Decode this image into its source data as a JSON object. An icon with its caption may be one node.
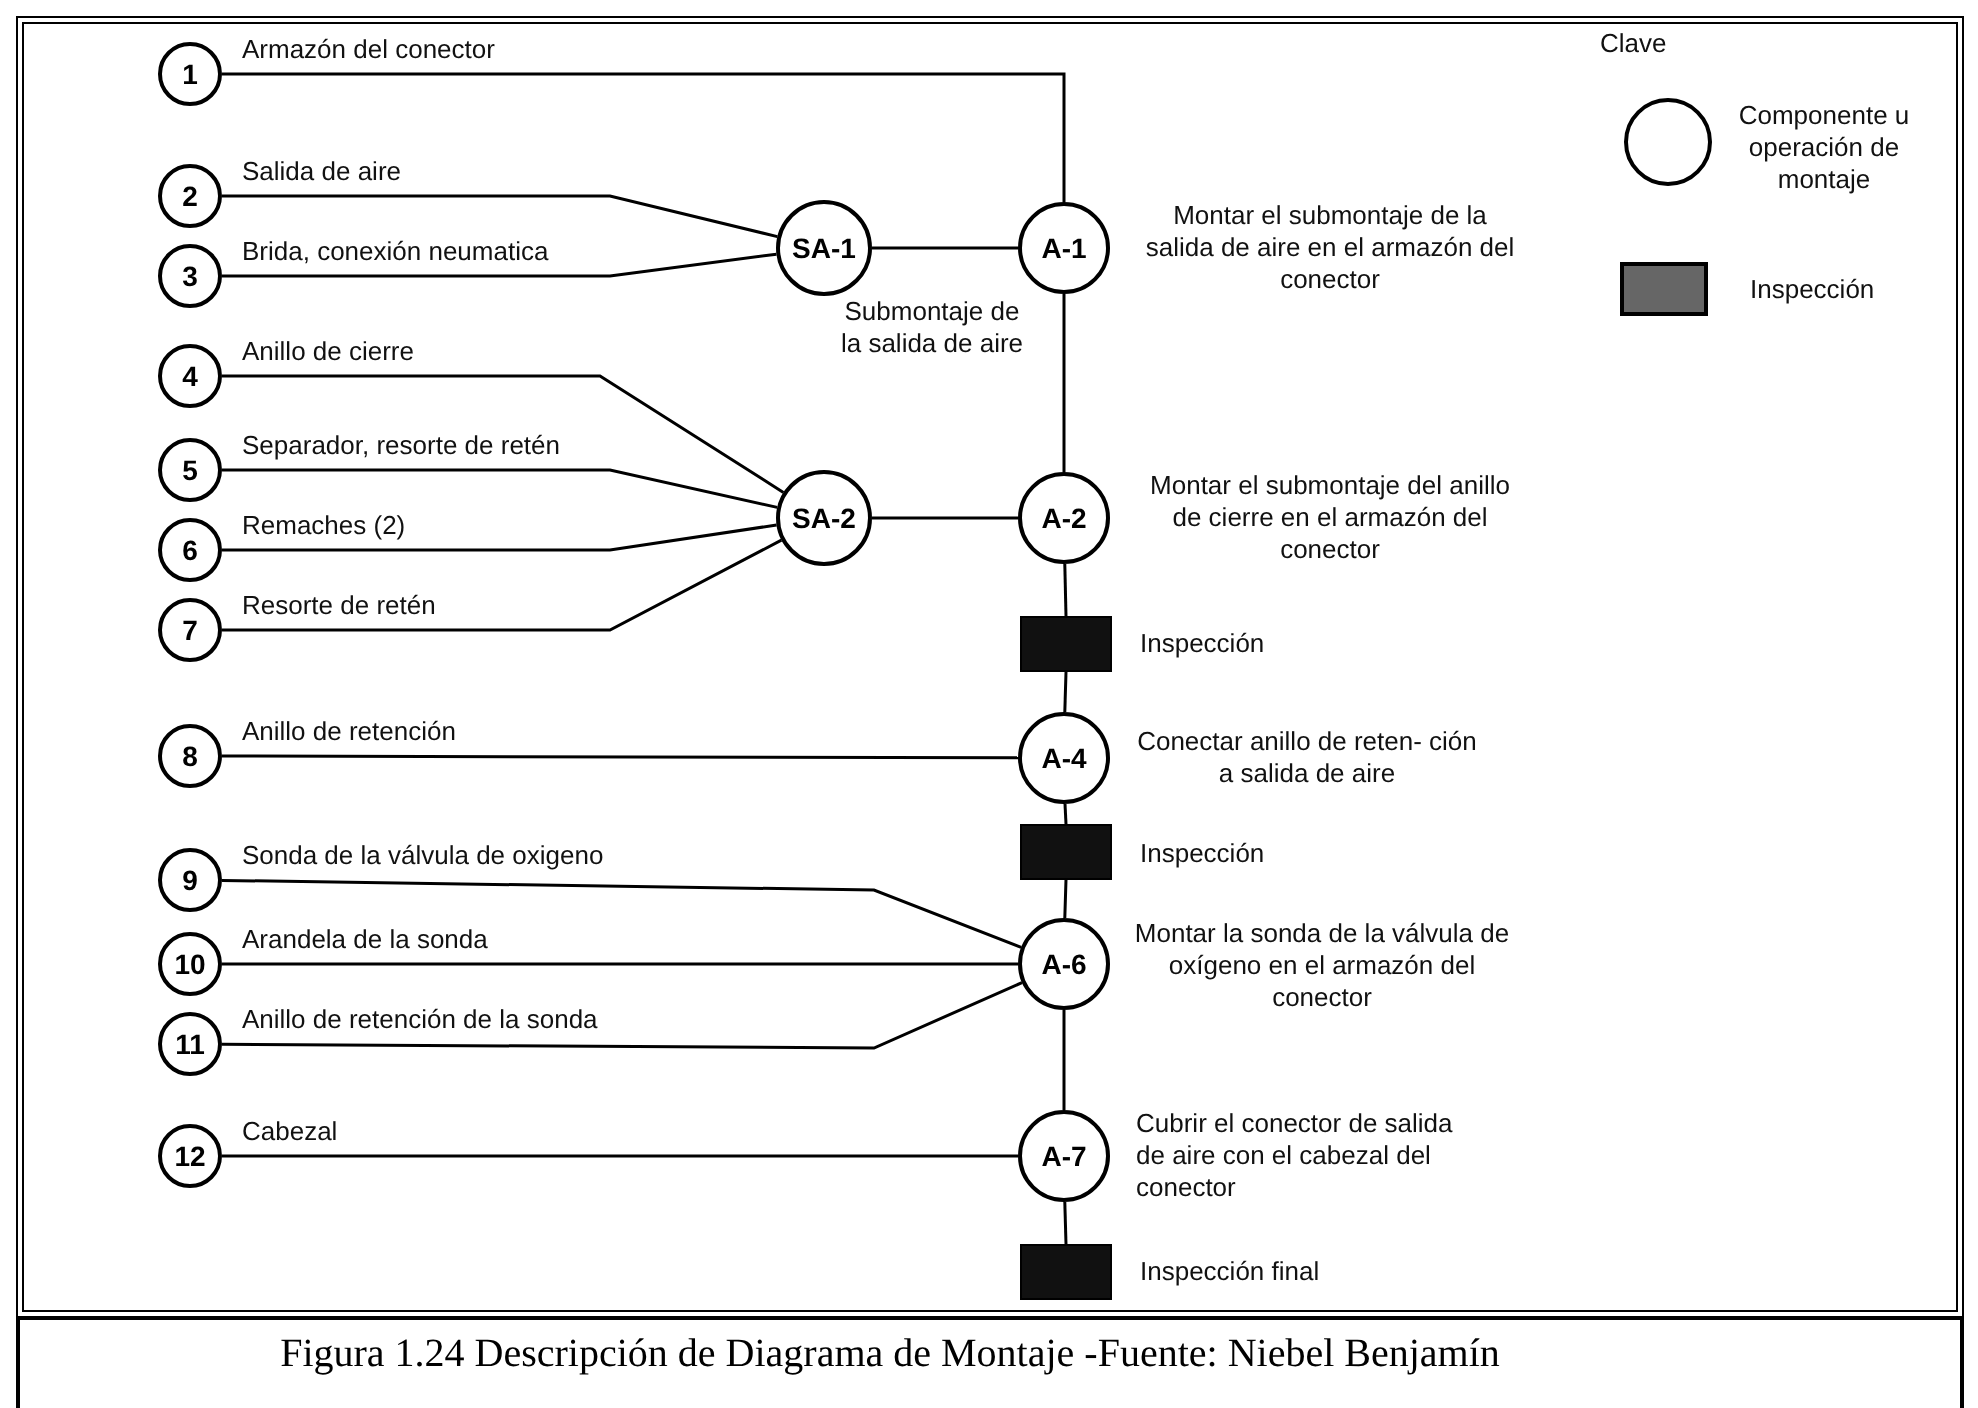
{
  "diagram": {
    "caption": "Figura 1.24 Descripción de Diagrama de Montaje -Fuente: Niebel Benjamín",
    "nodes": [
      {
        "text": [
          "1"
        ]
      },
      {
        "text": [
          "2"
        ]
      },
      {
        "text": [
          "3"
        ]
      },
      {
        "text": [
          "4"
        ]
      },
      {
        "text": [
          "5"
        ]
      },
      {
        "text": [
          "6"
        ]
      },
      {
        "text": [
          "7"
        ]
      },
      {
        "text": [
          "8"
        ]
      },
      {
        "text": [
          "9"
        ]
      },
      {
        "text": [
          "10"
        ]
      },
      {
        "text": [
          "11"
        ]
      },
      {
        "text": [
          "12"
        ]
      },
      {
        "text": [
          "SA-1"
        ]
      },
      {
        "text": [
          "SA-2"
        ]
      },
      {
        "text": [
          "A-1"
        ],
        "beside": [
          "Montar el submontaje de la salida de aire en el armazón del conector"
        ]
      },
      {
        "text": [
          "A-2"
        ],
        "beside": [
          "Montar el submontaje del anillo de cierre en el armazón del conector"
        ]
      },
      {
        "text": [],
        "shape": "box",
        "beside": [
          "Inspección"
        ]
      },
      {
        "text": [
          "A-4"
        ],
        "beside": [
          "Conectar anillo de reten- ción a salida de aire"
        ]
      },
      {
        "text": [],
        "shape": "box",
        "beside": [
          "Inspección"
        ]
      },
      {
        "text": [
          "A-6"
        ],
        "beside": [
          "Montar la sonda de la válvula de oxígeno en el armazón del conector"
        ]
      },
      {
        "text": [
          "A-7"
        ],
        "beside": [
          "Cubrir el conector de salida de aire con el cabezal del conector"
        ]
      },
      {
        "text": [],
        "shape": "box",
        "beside": [
          "Inspección final"
        ]
      }
    ],
    "edges": [
      {
        "from": 0,
        "to": 14,
        "arrow": "none",
        "label": "Armazón del conector"
      },
      {
        "from": 1,
        "to": 12,
        "arrow": "none",
        "label": "Salida de aire"
      },
      {
        "from": 2,
        "to": 12,
        "arrow": "none",
        "label": "Brida, conexión neumatica"
      },
      {
        "from": 12,
        "to": 14,
        "arrow": "none"
      },
      {
        "from": 14,
        "to": 15,
        "arrow": "none"
      },
      {
        "from": 3,
        "to": 13,
        "arrow": "none",
        "label": "Anillo de cierre"
      },
      {
        "from": 4,
        "to": 13,
        "arrow": "none",
        "label": "Separador, resorte de retén"
      },
      {
        "from": 5,
        "to": 13,
        "arrow": "none",
        "label": "Remaches (2)"
      },
      {
        "from": 6,
        "to": 13,
        "arrow": "none",
        "label": "Resorte de retén"
      },
      {
        "from": 13,
        "to": 15,
        "arrow": "none"
      },
      {
        "from": 15,
        "to": 16,
        "arrow": "none"
      },
      {
        "from": 7,
        "to": 17,
        "arrow": "none",
        "label": "Anillo de retención"
      },
      {
        "from": 16,
        "to": 17,
        "arrow": "none"
      },
      {
        "from": 17,
        "to": 18,
        "arrow": "none"
      },
      {
        "from": 8,
        "to": 19,
        "arrow": "none",
        "label": "Sonda de la válvula de oxigeno"
      },
      {
        "from": 9,
        "to": 19,
        "arrow": "none",
        "label": "Arandela de la sonda"
      },
      {
        "from": 10,
        "to": 19,
        "arrow": "none",
        "label": "Anillo de retención de la sonda"
      },
      {
        "from": 18,
        "to": 19,
        "arrow": "none"
      },
      {
        "from": 19,
        "to": 20,
        "arrow": "none"
      },
      {
        "from": 11,
        "to": 20,
        "arrow": "none",
        "label": "Cabezal"
      },
      {
        "from": 20,
        "to": 21,
        "arrow": "none"
      }
    ],
    "labels": [
      "Submontaje de la salida de aire",
      "Clave"
    ],
    "legend": [
      {
        "text": "Componente u operación de montaje"
      },
      {
        "text": "Inspección"
      }
    ]
  }
}
